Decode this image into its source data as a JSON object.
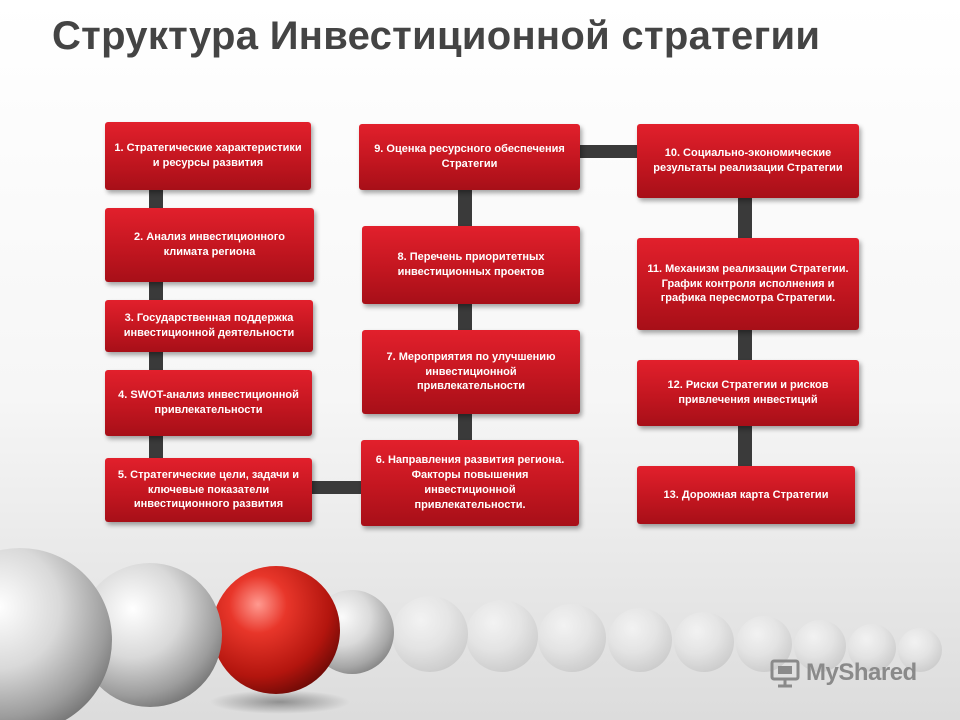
{
  "title": "Структура Инвестиционной стратегии",
  "boxes": [
    {
      "id": "b1",
      "text": "1. Стратегические характеристики и ресурсы развития"
    },
    {
      "id": "b2",
      "text": "2. Анализ инвестиционного климата региона"
    },
    {
      "id": "b3",
      "text": "3. Государственная поддержка инвестиционной деятельности"
    },
    {
      "id": "b4",
      "text": "4. SWOT-анализ инвестиционной привлекательности"
    },
    {
      "id": "b5",
      "text": "5. Стратегические цели, задачи и ключевые показатели инвестиционного развития"
    },
    {
      "id": "b6",
      "text": "6. Направления развития региона. Факторы повышения инвестиционной привлекательности."
    },
    {
      "id": "b7",
      "text": "7. Мероприятия по улучшению инвестиционной привлекательности"
    },
    {
      "id": "b8",
      "text": "8. Перечень приоритетных инвестиционных проектов"
    },
    {
      "id": "b9",
      "text": "9. Оценка ресурсного обеспечения Стратегии"
    },
    {
      "id": "b10",
      "text": "10. Социально-экономические результаты реализации Стратегии"
    },
    {
      "id": "b11",
      "text": "11. Механизм реализации Стратегии. График контроля исполнения и графика пересмотра Стратегии."
    },
    {
      "id": "b12",
      "text": "12. Риски Стратегии и рисков привлечения инвестиций"
    },
    {
      "id": "b13",
      "text": "13. Дорожная карта Стратегии"
    }
  ],
  "colors": {
    "box": "#c31620",
    "connector": "#3a3a3a",
    "title": "#444444"
  },
  "logo": {
    "text": "MyShared",
    "icon": "presentation-board-icon"
  }
}
